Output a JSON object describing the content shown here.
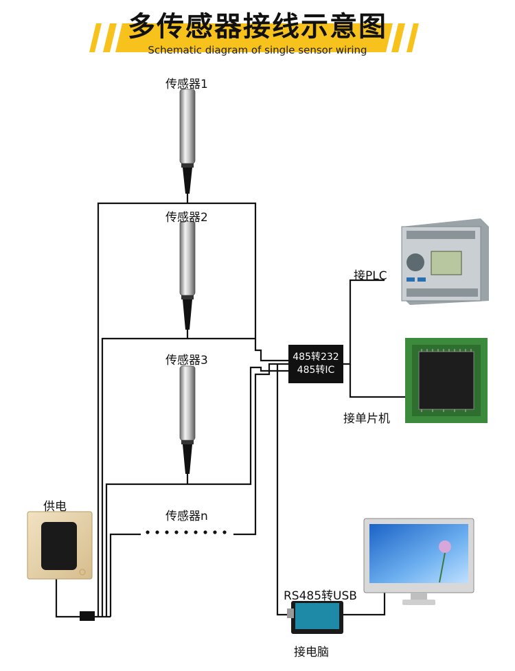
{
  "header": {
    "title": "多传感器接线示意图",
    "subtitle": "Schematic diagram of single sensor wiring"
  },
  "sensors": [
    {
      "label": "传感器1"
    },
    {
      "label": "传感器2"
    },
    {
      "label": "传感器3"
    },
    {
      "label": "传感器n"
    }
  ],
  "power": {
    "label": "供电"
  },
  "converter": {
    "line1": "485转232",
    "line2": "485转IC"
  },
  "targets": {
    "plc": "接PLC",
    "mcu": "接单片机",
    "usb_converter": "RS485转USB",
    "computer": "接电脑"
  },
  "colors": {
    "banner": "#f7c21b",
    "wire": "#111111",
    "sensor_steel": "#b9b9b9",
    "converter_box": "#111111"
  }
}
